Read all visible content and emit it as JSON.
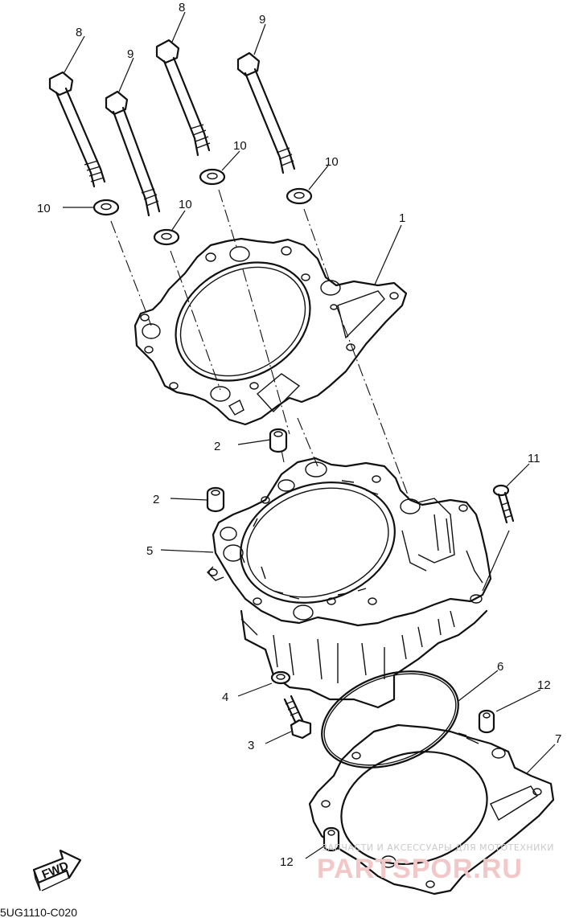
{
  "diagram_code": "5UG1110-C020",
  "fwd_label": "FWD",
  "watermark": {
    "top_text": "ЗАПЧАСТИ И АКСЕССУАРЫ ДЛЯ МОТОТЕХНИКИ",
    "brand_text": "PARTSPOR.RU"
  },
  "callouts": {
    "c1": "1",
    "c2a": "2",
    "c2b": "2",
    "c3": "3",
    "c4": "4",
    "c5": "5",
    "c6": "6",
    "c7": "7",
    "c8a": "8",
    "c8b": "8",
    "c9a": "9",
    "c9b": "9",
    "c10a": "10",
    "c10b": "10",
    "c10c": "10",
    "c10d": "10",
    "c11": "11",
    "c12a": "12",
    "c12b": "12"
  },
  "colors": {
    "ink": "#111111",
    "watermark_red": "#f2c7c7",
    "watermark_gray": "#c9c9c9"
  }
}
